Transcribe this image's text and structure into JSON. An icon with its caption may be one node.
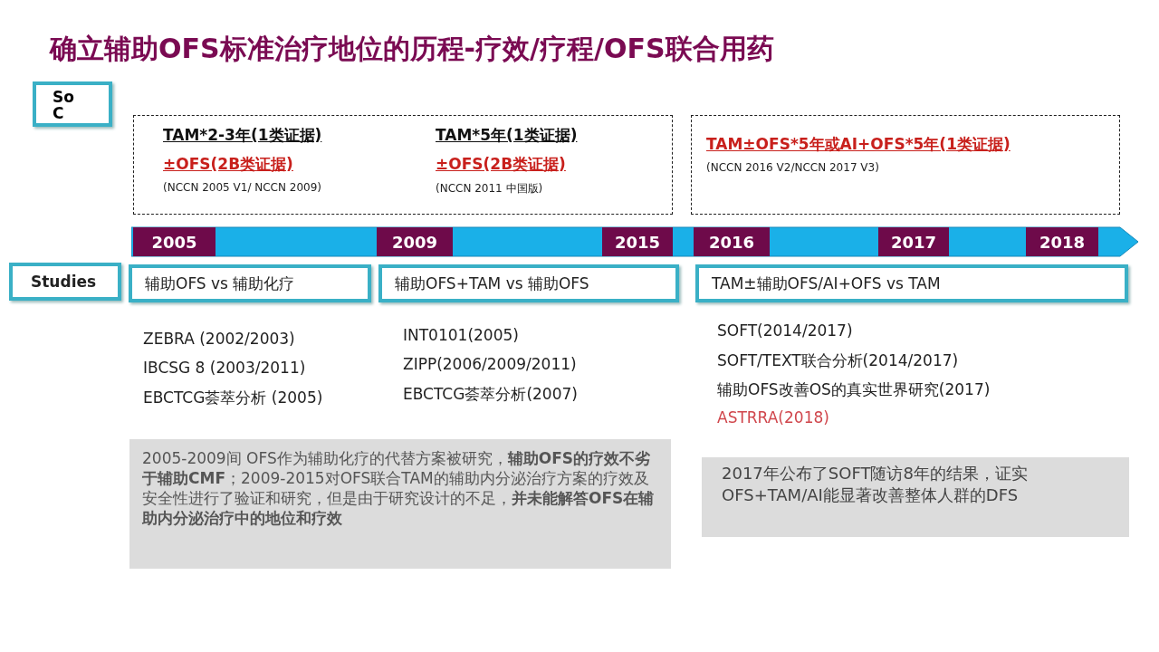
{
  "diagram": {
    "title": "确立辅助OFS标准治疗地位的历程-疗效/疗程/OFS联合用药",
    "nodes": [
      {
        "text": [
          "SoC"
        ]
      },
      {
        "text": [
          "TAM*2-3年(1类证据)",
          "±OFS(2B类证据)",
          "(NCCN 2005 V1/ NCCN 2009)",
          "TAM*5年(1类证据)",
          "±OFS(2B类证据)",
          "(NCCN 2011 中国版)"
        ]
      },
      {
        "text": [
          "TAM±OFS*5年或AI+OFS*5年(1类证据)",
          "(NCCN 2016 V2/NCCN 2017 V3)"
        ]
      },
      {
        "text": [],
        "shape": "bar"
      },
      {
        "text": [
          "2005"
        ],
        "in": 3
      },
      {
        "text": [
          "2009"
        ],
        "in": 3
      },
      {
        "text": [
          "2015"
        ],
        "in": 3
      },
      {
        "text": [
          "2016"
        ],
        "in": 3
      },
      {
        "text": [
          "2017"
        ],
        "in": 3
      },
      {
        "text": [
          "2018"
        ],
        "in": 3
      },
      {
        "text": [
          "Studies"
        ]
      },
      {
        "text": [
          "辅助OFS vs 辅助化疗"
        ]
      },
      {
        "text": [
          "辅助OFS+TAM vs 辅助OFS"
        ]
      },
      {
        "text": [
          "TAM±辅助OFS/AI+OFS vs TAM"
        ]
      },
      {
        "text": [
          "2005-2009间 OFS作为辅助化疗的代替方案被研究，**辅助OFS的疗效不劣于辅助CMF**；2009-2015对OFS联合TAM的辅助内分泌治疗方案的疗效及安全性进行了验证和研究，但是由于研究设计的不足，**并未能解答OFS在辅助内分泌治疗中的地位和疗效**"
        ]
      },
      {
        "text": [
          "2017年公布了SOFT随访8年的结果，证实OFS+TAM/AI能显著改善整体人群的DFS"
        ]
      }
    ],
    "labels": [
      "ZEBRA (2002/2003)",
      "IBCSG 8 (2003/2011)",
      "EBCTCG荟萃分析 (2005)",
      "INT0101(2005)",
      "ZIPP(2006/2009/2011)",
      "EBCTCG荟萃分析(2007)",
      "SOFT(2014/2017)",
      "SOFT/TEXT联合分析(2014/2017)",
      "辅助OFS改善OS的真实世界研究(2017)",
      "ASTRRA(2018)"
    ]
  }
}
